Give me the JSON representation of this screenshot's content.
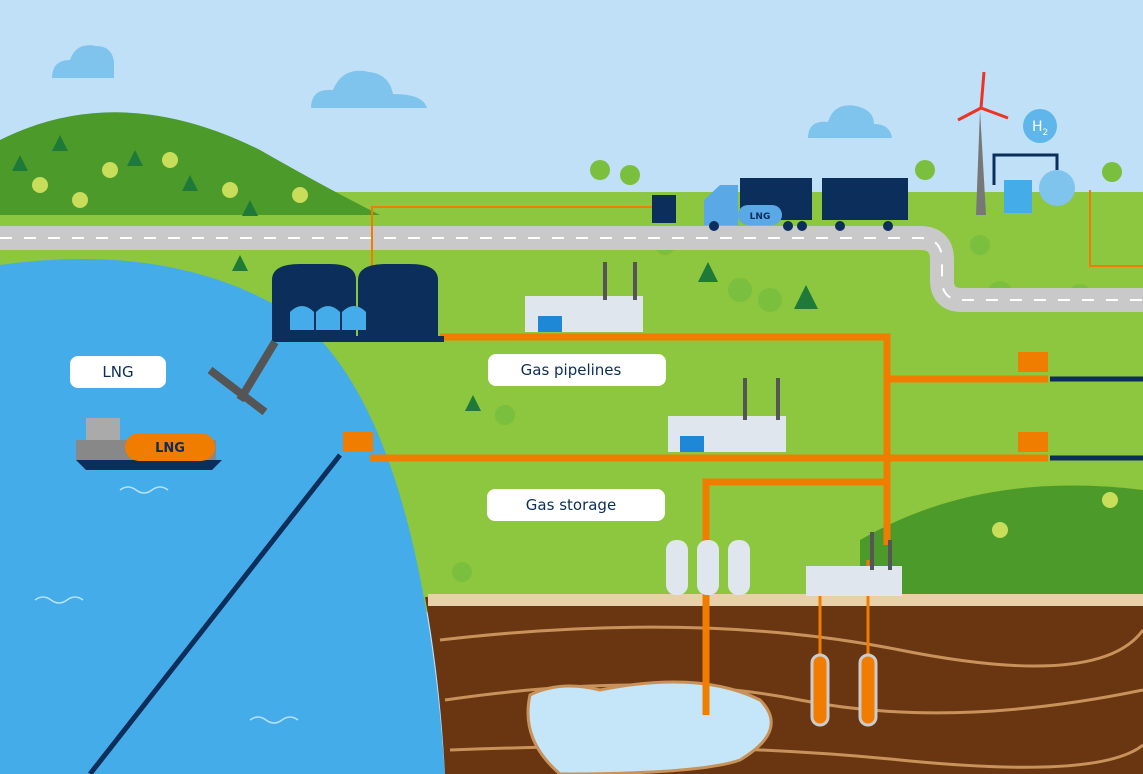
{
  "labels": {
    "lng": "LNG",
    "gas_pipelines": "Gas pipelines",
    "gas_storage": "Gas storage"
  },
  "ship": {
    "tank_label": "LNG"
  },
  "truck": {
    "tank_label": "LNG"
  },
  "hydrogen": {
    "symbol": "H",
    "subscript": "2"
  },
  "colors": {
    "sky": "#bfe0f7",
    "grass": "#8dc63f",
    "sea": "#45acea",
    "soil": "#6a3611",
    "pipe": "#f07d00",
    "navy": "#0b2e5b"
  }
}
